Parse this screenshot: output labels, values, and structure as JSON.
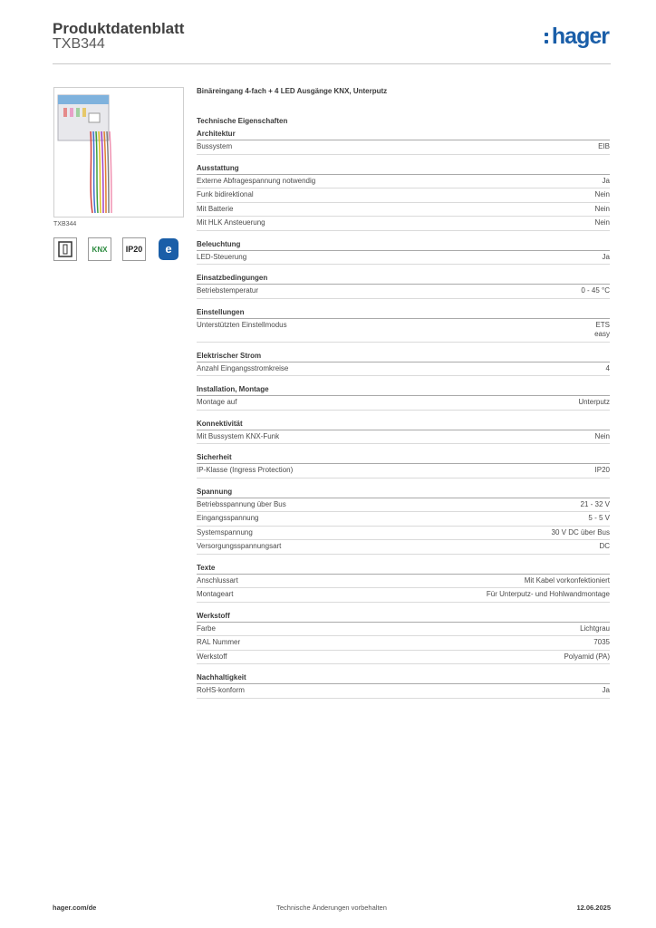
{
  "header": {
    "title": "Produktdatenblatt",
    "subtitle": "TXB344",
    "logo_text": "hager"
  },
  "product": {
    "image_caption": "TXB344",
    "title": "Binäreingang 4-fach + 4 LED Ausgänge KNX, Unterputz",
    "icon_labels": [
      "KNX",
      "IP20"
    ]
  },
  "specs_title": "Technische Eigenschaften",
  "sections": [
    {
      "title": "Architektur",
      "rows": [
        {
          "label": "Bussystem",
          "value": "EIB"
        }
      ]
    },
    {
      "title": "Ausstattung",
      "rows": [
        {
          "label": "Externe Abfragespannung notwendig",
          "value": "Ja"
        },
        {
          "label": "Funk bidirektional",
          "value": "Nein"
        },
        {
          "label": "Mit Batterie",
          "value": "Nein"
        },
        {
          "label": "Mit HLK Ansteuerung",
          "value": "Nein"
        }
      ]
    },
    {
      "title": "Beleuchtung",
      "rows": [
        {
          "label": "LED-Steuerung",
          "value": "Ja"
        }
      ]
    },
    {
      "title": "Einsatzbedingungen",
      "rows": [
        {
          "label": "Betriebstemperatur",
          "value": "0 - 45 °C"
        }
      ]
    },
    {
      "title": "Einstellungen",
      "rows": [
        {
          "label": "Unterstützten Einstellmodus",
          "value": "ETS",
          "value2": "easy"
        }
      ]
    },
    {
      "title": "Elektrischer Strom",
      "rows": [
        {
          "label": "Anzahl Eingangsstromkreise",
          "value": "4"
        }
      ]
    },
    {
      "title": "Installation, Montage",
      "rows": [
        {
          "label": "Montage auf",
          "value": "Unterputz"
        }
      ]
    },
    {
      "title": "Konnektivität",
      "rows": [
        {
          "label": "Mit Bussystem KNX-Funk",
          "value": "Nein"
        }
      ]
    },
    {
      "title": "Sicherheit",
      "rows": [
        {
          "label": "IP-Klasse (Ingress Protection)",
          "value": "IP20"
        }
      ]
    },
    {
      "title": "Spannung",
      "rows": [
        {
          "label": "Betriebsspannung über Bus",
          "value": "21 - 32 V"
        },
        {
          "label": "Eingangsspannung",
          "value": "5 - 5 V"
        },
        {
          "label": "Systemspannung",
          "value": "30 V DC über Bus"
        },
        {
          "label": "Versorgungsspannungsart",
          "value": "DC"
        }
      ]
    },
    {
      "title": "Texte",
      "rows": [
        {
          "label": "Anschlussart",
          "value": "Mit Kabel vorkonfektioniert"
        },
        {
          "label": "Montageart",
          "value": "Für Unterputz- und Hohlwandmontage"
        }
      ]
    },
    {
      "title": "Werkstoff",
      "rows": [
        {
          "label": "Farbe",
          "value": "Lichtgrau"
        },
        {
          "label": "RAL Nummer",
          "value": "7035"
        },
        {
          "label": "Werkstoff",
          "value": "Polyamid (PA)"
        }
      ]
    },
    {
      "title": "Nachhaltigkeit",
      "rows": [
        {
          "label": "RoHS-konform",
          "value": "Ja"
        }
      ]
    }
  ],
  "footer": {
    "left": "hager.com/de",
    "center": "Technische Änderungen vorbehalten",
    "right": "12.06.2025"
  }
}
